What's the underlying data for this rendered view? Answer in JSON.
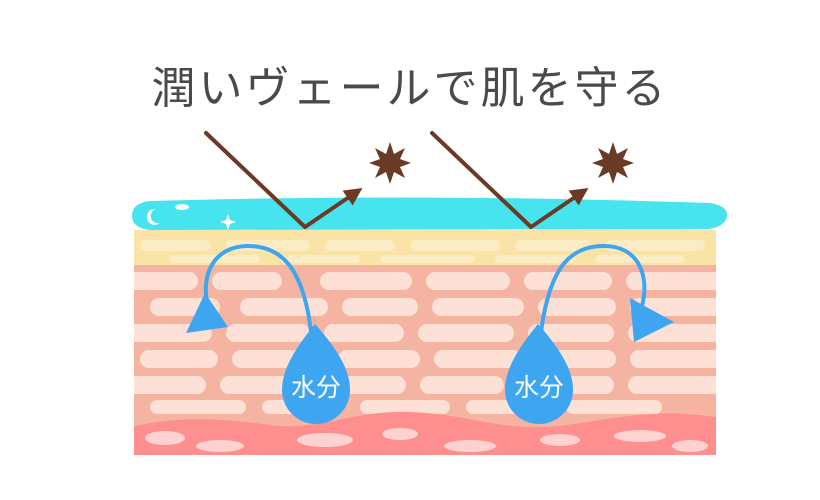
{
  "title": "潤いヴェールで肌を守る",
  "drops": [
    {
      "label": "水分"
    },
    {
      "label": "水分"
    }
  ],
  "colors": {
    "title_text": "#4a4a4a",
    "veil": "#47e3ef",
    "epidermis_top": "#f9e3a6",
    "skin_cells": "#f5b3a1",
    "cell_light": "#fde0d6",
    "dermis": "#ff8f8f",
    "water_drop": "#3ea6f0",
    "ray": "#6b3a24",
    "irritant": "#6b3a24"
  },
  "icons": [
    "irritant-star-icon",
    "reflection-arrow-icon",
    "water-cycle-arrow-icon",
    "sparkle-icon"
  ]
}
